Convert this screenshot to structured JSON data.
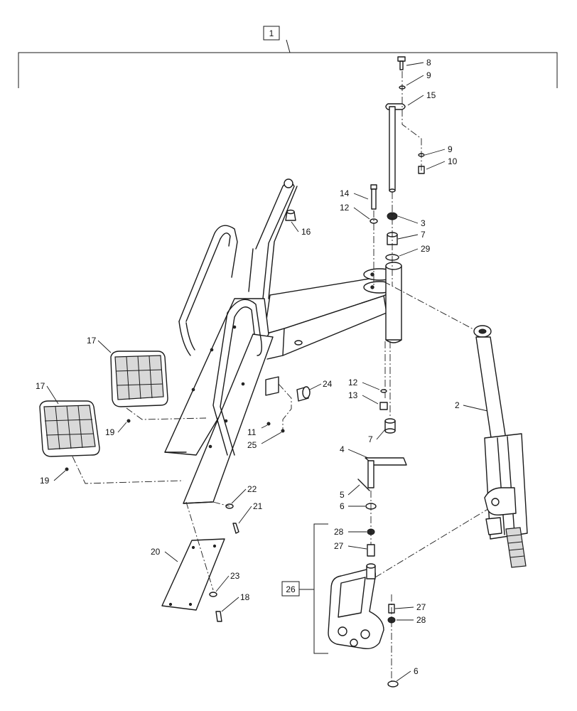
{
  "assembly_label": "1",
  "subassembly_label": "26",
  "callouts": [
    "8",
    "9",
    "15",
    "9",
    "10",
    "14",
    "12",
    "3",
    "7",
    "29",
    "16",
    "17",
    "17",
    "19",
    "19",
    "24",
    "12",
    "13",
    "11",
    "25",
    "7",
    "2",
    "4",
    "5",
    "6",
    "22",
    "21",
    "20",
    "23",
    "18",
    "28",
    "27",
    "27",
    "28",
    "6"
  ]
}
